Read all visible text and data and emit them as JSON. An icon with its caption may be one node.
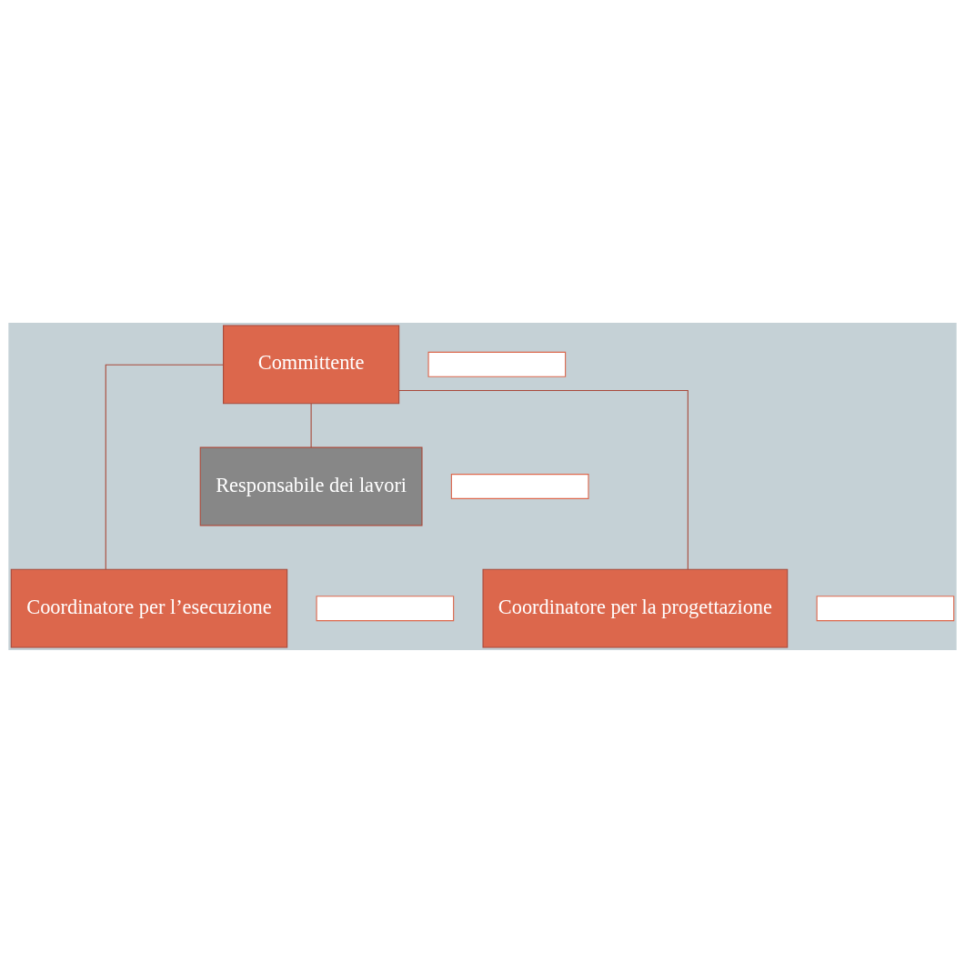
{
  "diagram": {
    "nodes": [
      {
        "text": [
          "Committente"
        ]
      },
      {
        "text": [],
        "shape": "box"
      },
      {
        "text": [
          "Responsabile dei lavori"
        ]
      },
      {
        "text": [],
        "shape": "box"
      },
      {
        "text": [
          "Coordinatore per l’esecuzione"
        ]
      },
      {
        "text": [],
        "shape": "box"
      },
      {
        "text": [
          "Coordinatore per la progettazione"
        ]
      },
      {
        "text": [],
        "shape": "box"
      }
    ],
    "edges": [
      {
        "from": 0,
        "to": 2,
        "arrow": "none"
      },
      {
        "from": 0,
        "to": 4,
        "arrow": "none"
      },
      {
        "from": 0,
        "to": 6,
        "arrow": "none"
      }
    ]
  }
}
